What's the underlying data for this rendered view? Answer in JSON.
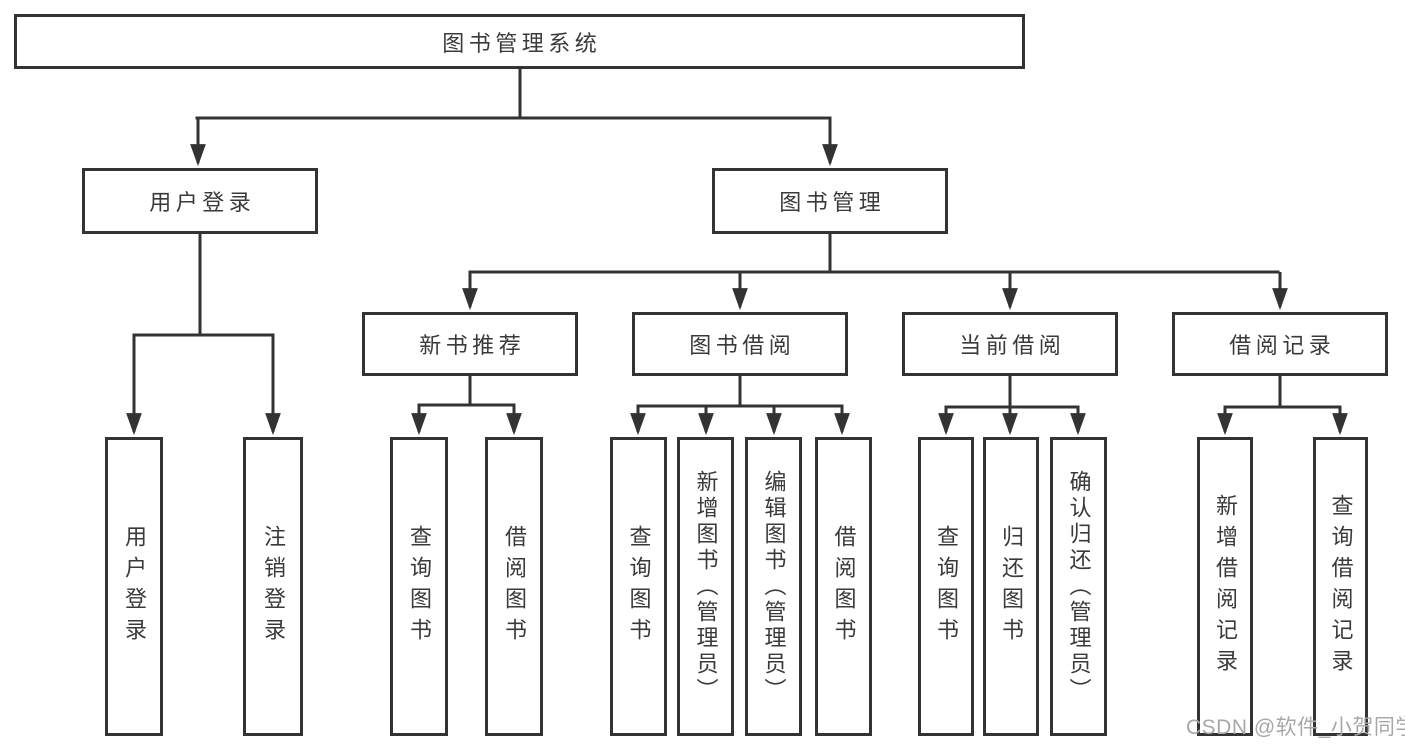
{
  "tree": {
    "root": {
      "label": "图书管理系统",
      "children": [
        {
          "label": "用户登录",
          "children": [
            {
              "label": "用户登录"
            },
            {
              "label": "注销登录"
            }
          ]
        },
        {
          "label": "图书管理",
          "children": [
            {
              "label": "新书推荐",
              "children": [
                {
                  "label": "查询图书"
                },
                {
                  "label": "借阅图书"
                }
              ]
            },
            {
              "label": "图书借阅",
              "children": [
                {
                  "label": "查询图书"
                },
                {
                  "label": "新增图书（管理员）"
                },
                {
                  "label": "编辑图书（管理员）"
                },
                {
                  "label": "借阅图书"
                }
              ]
            },
            {
              "label": "当前借阅",
              "children": [
                {
                  "label": "查询图书"
                },
                {
                  "label": "归还图书"
                },
                {
                  "label": "确认归还（管理员）"
                }
              ]
            },
            {
              "label": "借阅记录",
              "children": [
                {
                  "label": "新增借阅记录"
                },
                {
                  "label": "查询借阅记录"
                }
              ]
            }
          ]
        }
      ]
    }
  },
  "watermark": "CSDN @软件_小贺同学",
  "colors": {
    "line": "#333333",
    "text": "#3a3a3a",
    "watermark": "#a8a8a8",
    "background": "#ffffff"
  }
}
